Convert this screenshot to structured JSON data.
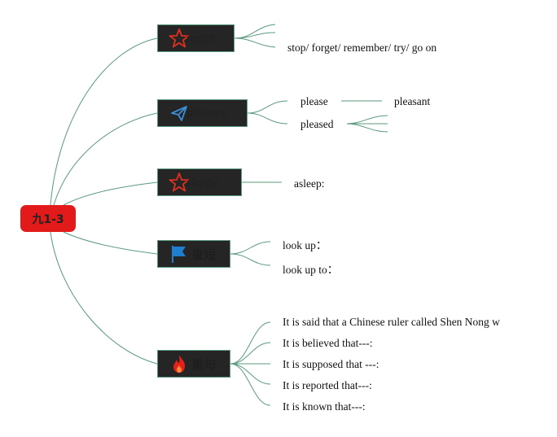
{
  "root": {
    "label": "九1-3"
  },
  "topics": [
    {
      "label": "regret",
      "icon": "star-icon",
      "children": [
        "",
        "",
        "stop/ forget/ remember/ try/ go on"
      ]
    },
    {
      "label": "pleasure",
      "icon": "paper-plane-icon",
      "children": [
        "please",
        "pleased"
      ],
      "grandchildren": {
        "please": [
          "pleasant"
        ],
        "pleased": [
          "",
          "",
          ""
        ]
      }
    },
    {
      "label": "sleepy:",
      "icon": "star-icon",
      "children": [
        "asleep:"
      ]
    },
    {
      "label": "重短",
      "icon": "flag-icon",
      "children": [
        "look up：",
        "look up to："
      ]
    },
    {
      "label": "重句",
      "icon": "fire-icon",
      "children": [
        "It is said that a Chinese ruler called Shen Nong w",
        "It is believed that---:",
        "It is supposed that ---:",
        "It is reported that---:",
        "It is known that---:"
      ]
    }
  ],
  "colors": {
    "root": "#e31a1a",
    "topic_fill": "#252525",
    "connector": "#5a9a7e",
    "star": "#e0301e",
    "plane": "#3a8fd6",
    "flag": "#1e7ecf",
    "fire": "#e8201a"
  }
}
